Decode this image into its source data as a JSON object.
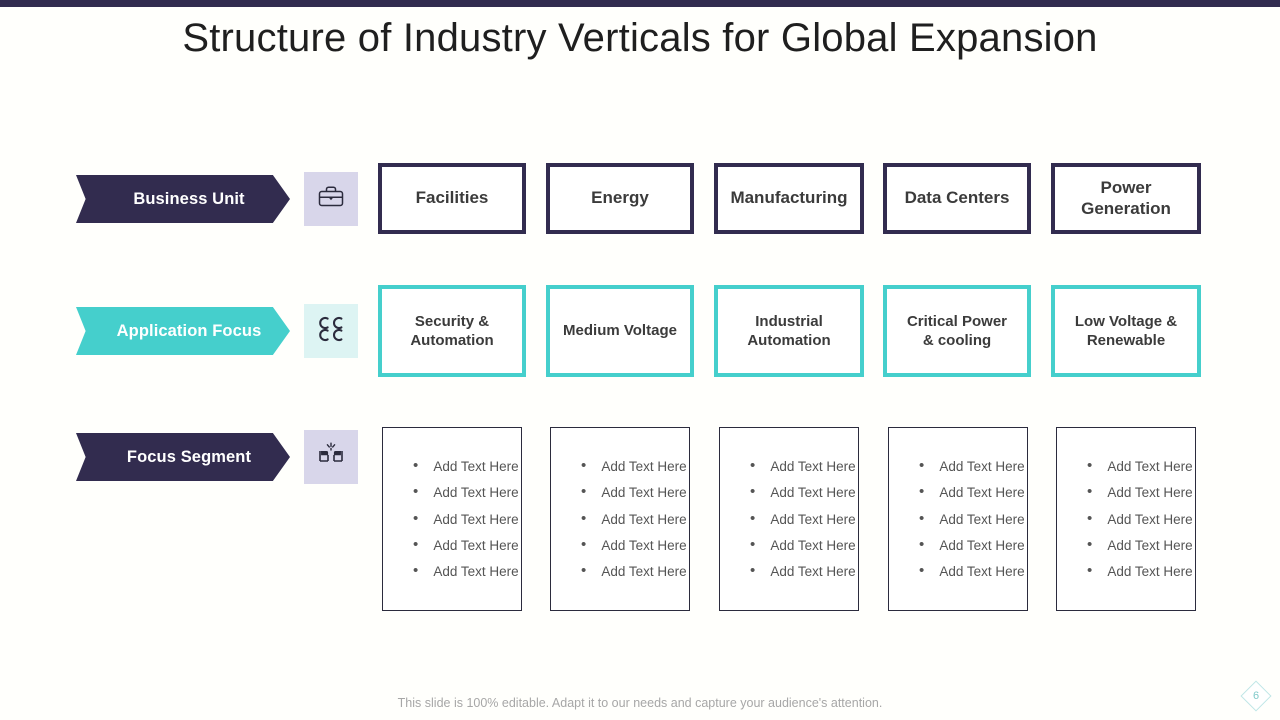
{
  "slide": {
    "title": "Structure of Industry Verticals for Global Expansion",
    "footer_note": "This slide is 100% editable. Adapt it to our needs and capture your audience's attention.",
    "page_number": "6"
  },
  "colors": {
    "navy": "#322c4f",
    "teal": "#45cfcc",
    "lavender_tile": "#d8d6ea",
    "mint_tile": "#ddf4f3",
    "text_dark": "#3b3b3b",
    "bullet_text": "#555555",
    "background": "#fffffc"
  },
  "rows": [
    {
      "label": "Business Unit",
      "style": "navy",
      "icon": "briefcase-icon",
      "icon_tile": "lavender"
    },
    {
      "label": "Application Focus",
      "style": "teal",
      "icon": "four-circles-grid-icon",
      "icon_tile": "mint"
    },
    {
      "label": "Focus Segment",
      "style": "navy",
      "icon": "handshake-seats-icon",
      "icon_tile": "lavender"
    }
  ],
  "business_units": [
    {
      "label": "Facilities"
    },
    {
      "label": "Energy"
    },
    {
      "label": "Manufacturing"
    },
    {
      "label": "Data Centers"
    },
    {
      "label": "Power Generation"
    }
  ],
  "application_focus": [
    {
      "label": "Security & Automation"
    },
    {
      "label": "Medium Voltage"
    },
    {
      "label": "Industrial Automation"
    },
    {
      "label": "Critical Power & cooling"
    },
    {
      "label": "Low Voltage & Renewable"
    }
  ],
  "focus_segment": [
    {
      "items": [
        "Add Text Here",
        "Add Text Here",
        "Add Text Here",
        "Add Text Here",
        "Add Text Here"
      ]
    },
    {
      "items": [
        "Add Text Here",
        "Add Text Here",
        "Add Text Here",
        "Add Text Here",
        "Add Text Here"
      ]
    },
    {
      "items": [
        "Add Text Here",
        "Add Text Here",
        "Add Text Here",
        "Add Text Here",
        "Add Text Here"
      ]
    },
    {
      "items": [
        "Add Text Here",
        "Add Text Here",
        "Add Text Here",
        "Add Text Here",
        "Add Text Here"
      ]
    },
    {
      "items": [
        "Add Text Here",
        "Add Text Here",
        "Add Text Here",
        "Add Text Here",
        "Add Text Here"
      ]
    }
  ]
}
